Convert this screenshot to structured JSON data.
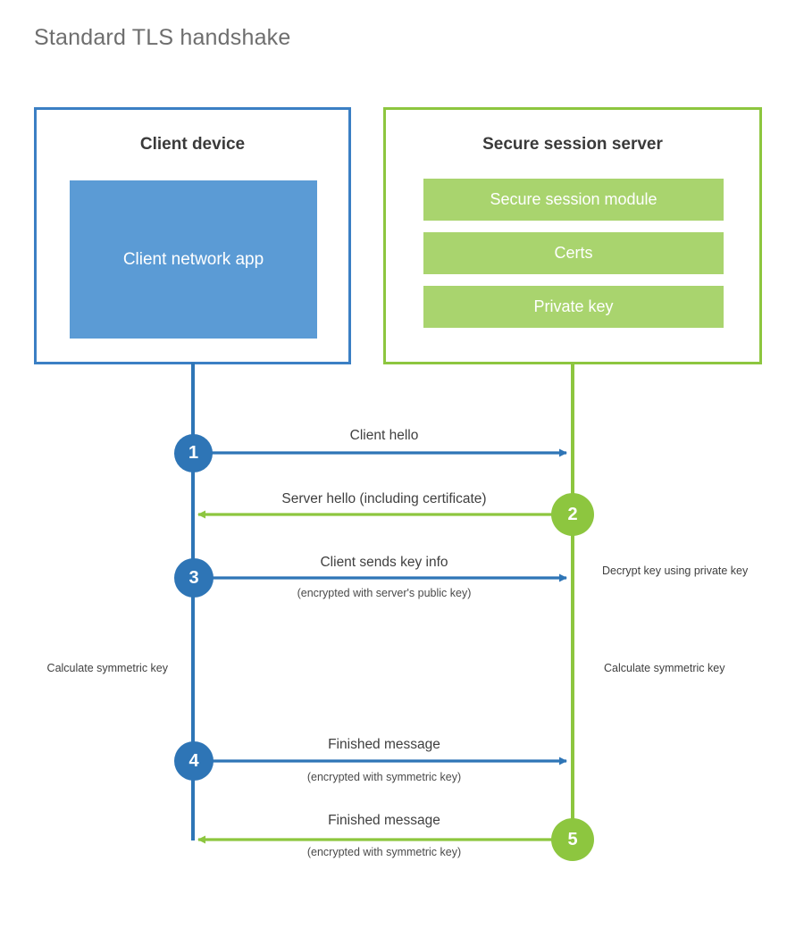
{
  "title": "Standard TLS handshake",
  "colors": {
    "client_accent": "#2E75B6",
    "client_border": "#3B7FC4",
    "client_app_fill": "#5B9BD5",
    "server_accent": "#8DC63F",
    "server_bar_fill": "#A9D46E",
    "text": "#3f3f3f",
    "title_text": "#6e6e6e",
    "background": "#ffffff"
  },
  "client": {
    "title": "Client device",
    "app_label": "Client network app"
  },
  "server": {
    "title": "Secure session server",
    "bars": [
      {
        "label": "Secure session module"
      },
      {
        "label": "Certs"
      },
      {
        "label": "Private key"
      }
    ]
  },
  "steps": [
    {
      "number": "1",
      "side": "client",
      "direction": "client-to-server",
      "label": "Client hello",
      "sub": ""
    },
    {
      "number": "2",
      "side": "server",
      "direction": "server-to-client",
      "label": "Server hello (including certificate)",
      "sub": ""
    },
    {
      "number": "3",
      "side": "client",
      "direction": "client-to-server",
      "label": "Client sends key info",
      "sub": "(encrypted with server's public key)"
    },
    {
      "number": "4",
      "side": "client",
      "direction": "client-to-server",
      "label": "Finished message",
      "sub": "(encrypted with symmetric key)"
    },
    {
      "number": "5",
      "side": "server",
      "direction": "server-to-client",
      "label": "Finished message",
      "sub": "(encrypted with symmetric key)"
    }
  ],
  "annotations": {
    "decrypt_note": "Decrypt key using private key",
    "calculate_left": "Calculate symmetric key",
    "calculate_right": "Calculate symmetric key"
  }
}
